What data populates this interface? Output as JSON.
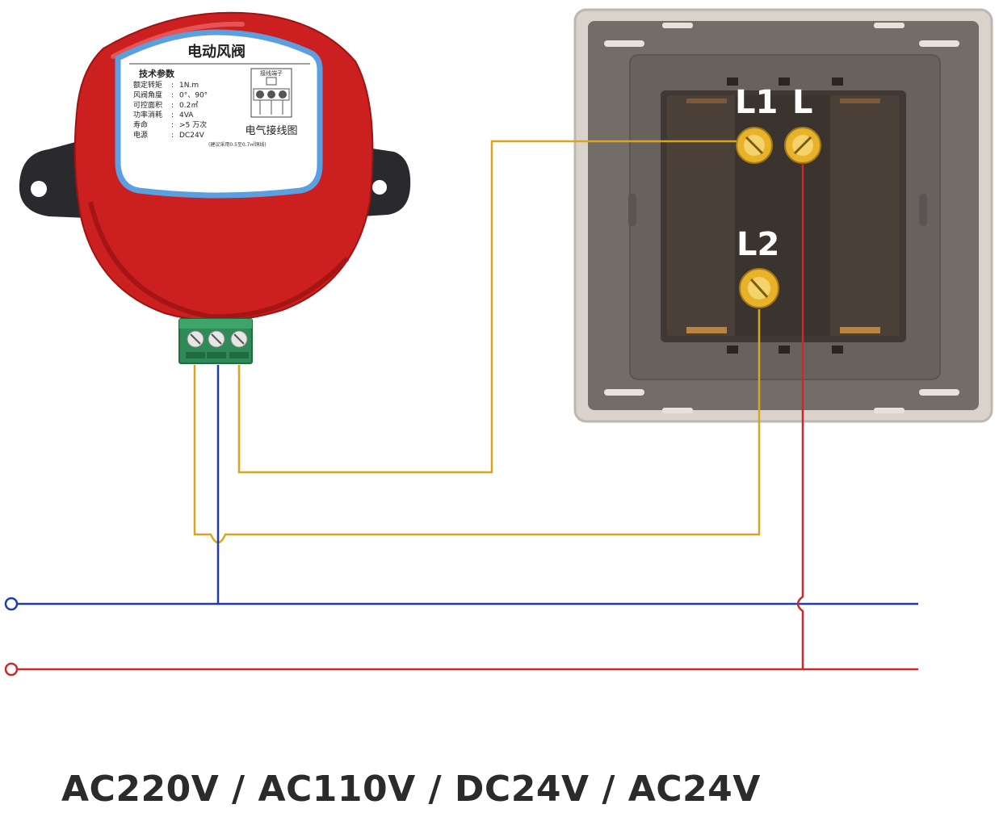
{
  "actuator": {
    "title": "电动风阀",
    "spec_header": "技术参数",
    "specs": [
      {
        "label": "额定转矩",
        "value": "1N.m"
      },
      {
        "label": "风阀角度",
        "value": "0°、90°"
      },
      {
        "label": "可控面积",
        "value": "0.2㎡"
      },
      {
        "label": "功率消耗",
        "value": "4VA"
      },
      {
        "label": "寿命",
        "value": ">5 万次"
      },
      {
        "label": "电源",
        "value": "DC24V"
      }
    ],
    "spec_note": "(建议采用0.5至0.7㎡铜线)",
    "terminal_header": "接线端子",
    "wiring_label": "电气接线图"
  },
  "switch": {
    "terminals": {
      "l1": "L1",
      "l": "L",
      "l2": "L2"
    }
  },
  "voltage_text": "AC220V / AC110V / DC24V / AC24V",
  "colors": {
    "actuator_red": "#cc1f1f",
    "terminal_green": "#2e8b57",
    "wire_yellow": "#d9a521",
    "wire_blue": "#1f3fa8",
    "wire_red": "#cc2a2a",
    "switch_gray": "#6e6a67"
  }
}
